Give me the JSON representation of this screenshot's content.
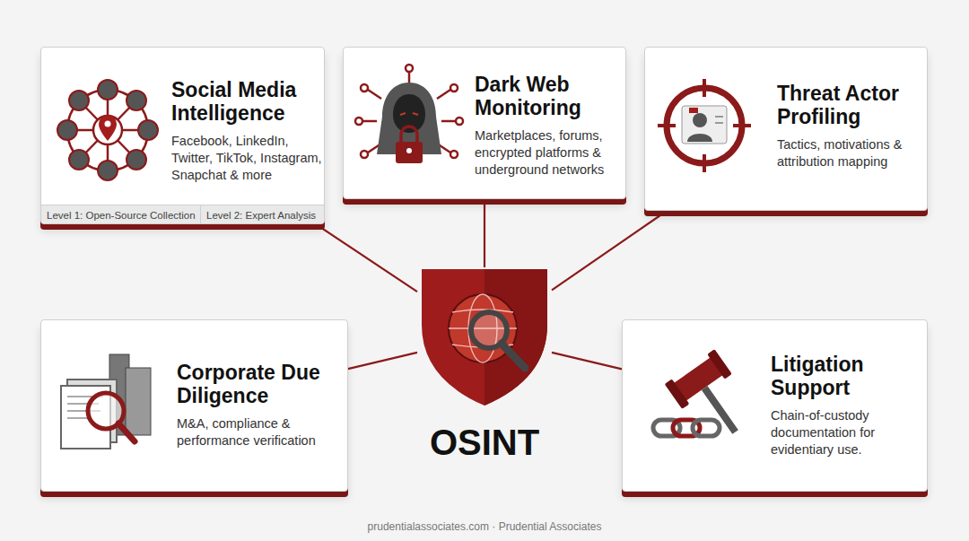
{
  "diagram": {
    "nodes": [
      {
        "text": [
          "Social Media Intelligence",
          "Facebook, LinkedIn, Twitter, TikTok, Instagram, Snapchat & more"
        ]
      },
      {
        "text": [
          "Level 1: Open-Source Collection"
        ],
        "in": 0
      },
      {
        "text": [
          "Level 2: Expert Analysis"
        ],
        "in": 0
      },
      {
        "text": [
          "Dark Web Monitoring",
          "Marketplaces, forums, encrypted platforms & underground networks"
        ]
      },
      {
        "text": [
          "Threat Actor Profiling",
          "Tactics, motivations & attribution mapping"
        ]
      },
      {
        "text": [
          "Corporate Due Diligence",
          "M&A, compliance & performance verification"
        ]
      },
      {
        "text": [
          "OSINT"
        ]
      },
      {
        "text": [
          "Litigation Support",
          "Chain-of-custody documentation for evidentiary use."
        ]
      }
    ],
    "edges": [
      {
        "from": 6,
        "to": 0,
        "arrow": "none"
      },
      {
        "from": 6,
        "to": 3,
        "arrow": "none"
      },
      {
        "from": 6,
        "to": 4,
        "arrow": "none"
      },
      {
        "from": 6,
        "to": 5,
        "arrow": "none"
      },
      {
        "from": 6,
        "to": 7,
        "arrow": "none"
      }
    ],
    "labels": [
      "prudentialassociates.com · Prudential Associates"
    ]
  }
}
